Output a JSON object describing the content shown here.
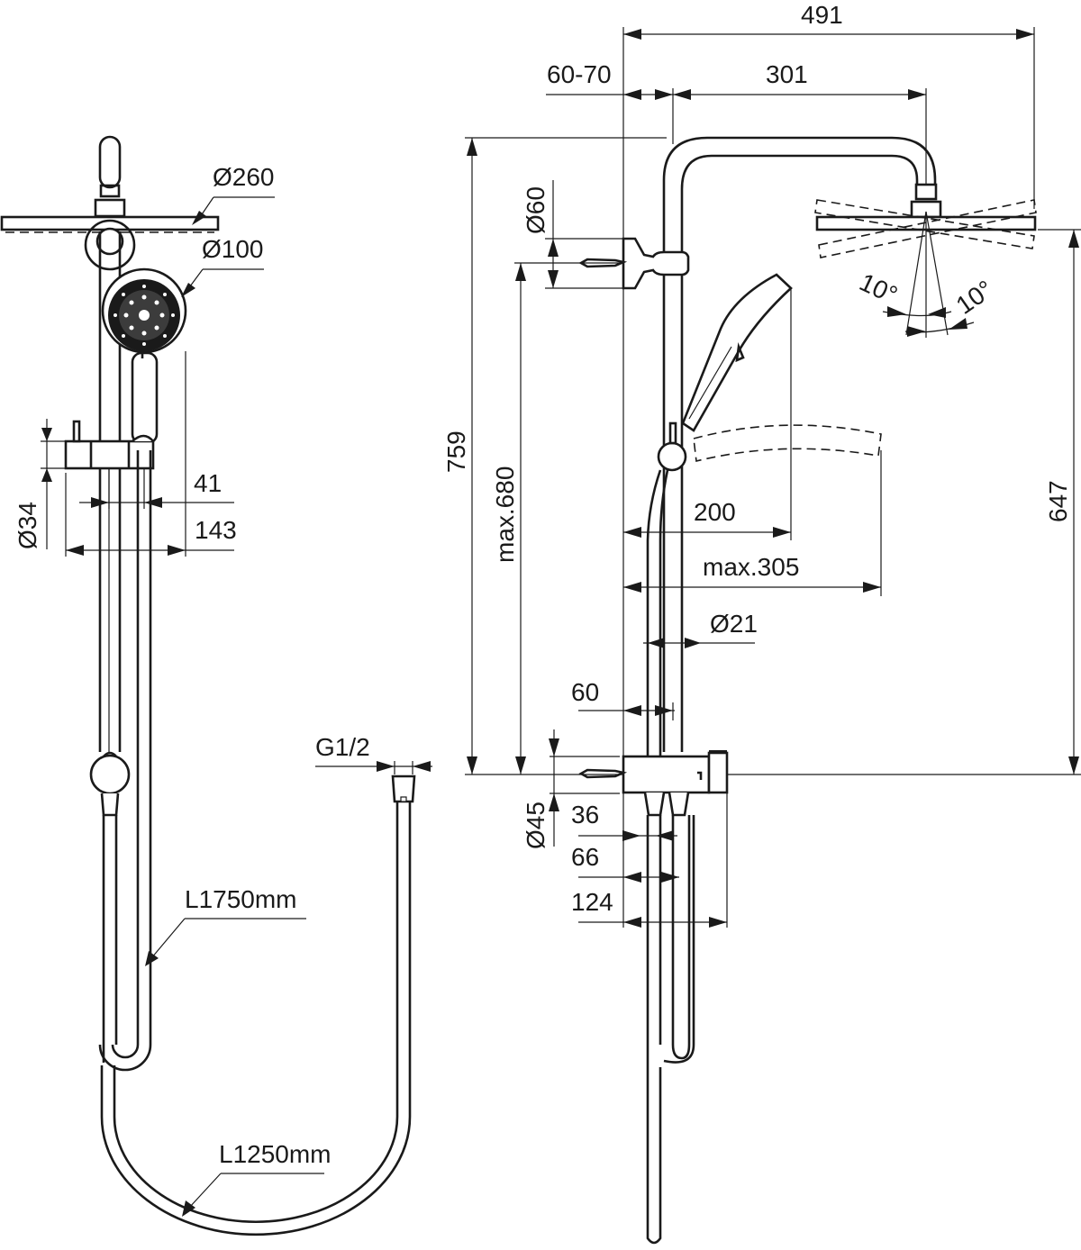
{
  "drawing": {
    "title": "Shower system dimension drawing",
    "line_color": "#1a1a1a",
    "background": "#ffffff",
    "front_view": {
      "labels": {
        "overhead_diameter": "Ø260",
        "handshower_diameter": "Ø100",
        "slider_diameter": "Ø34",
        "rail_offset": "41",
        "slider_width": "143",
        "hose_long": "L1750mm",
        "hose_short": "L1250mm",
        "connection_thread": "G1/2"
      }
    },
    "side_view": {
      "labels": {
        "overall_width": "491",
        "wall_offset": "60-70",
        "arm_length": "301",
        "wall_bracket_diameter": "Ø60",
        "overall_height": "759",
        "max_bracket_height": "max.680",
        "tilt_left": "10°",
        "tilt_right": "10°",
        "overhead_height": "647",
        "handshower_reach": "200",
        "max_reach": "max.305",
        "rail_diameter": "Ø21",
        "rail_offset": "60",
        "mixer_diameter": "Ø45",
        "outlet_1": "36",
        "outlet_2": "66",
        "mixer_depth": "124"
      }
    }
  }
}
